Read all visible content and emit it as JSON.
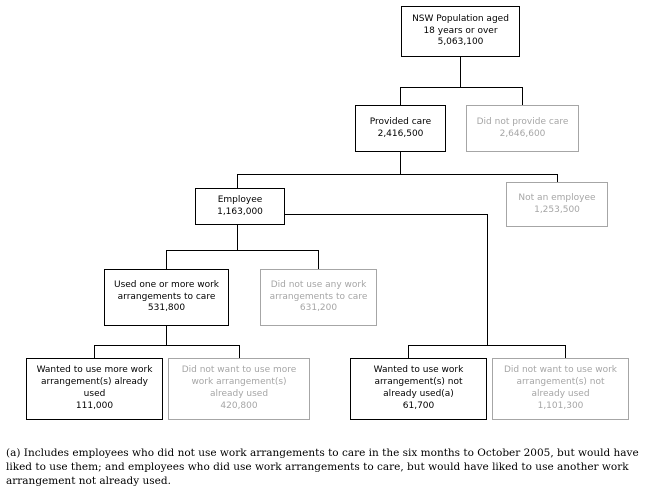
{
  "diagram": {
    "type": "flowchart-tree",
    "title_node": {
      "id": "nsw-population",
      "lines": [
        "NSW Population aged",
        "18 years or over",
        "5,063,100"
      ],
      "label": "NSW Population aged 18 years or over",
      "value": "5,063,100",
      "style": "primary"
    },
    "nodes": [
      {
        "id": "provided-care",
        "lines": [
          "Provided care",
          "2,416,500"
        ],
        "label": "Provided care",
        "value": "2,416,500",
        "style": "primary"
      },
      {
        "id": "did-not-provide-care",
        "lines": [
          "Did not provide care",
          "2,646,600"
        ],
        "label": "Did not provide care",
        "value": "2,646,600",
        "style": "muted"
      },
      {
        "id": "employee",
        "lines": [
          "Employee",
          "1,163,000"
        ],
        "label": "Employee",
        "value": "1,163,000",
        "style": "primary"
      },
      {
        "id": "not-an-employee",
        "lines": [
          "Not an employee",
          "1,253,500"
        ],
        "label": "Not an employee",
        "value": "1,253,500",
        "style": "muted"
      },
      {
        "id": "used-work-arrangements",
        "lines": [
          "Used one or more work",
          "arrangements to care",
          "531,800"
        ],
        "label": "Used one or more work arrangements to care",
        "value": "531,800",
        "style": "primary"
      },
      {
        "id": "did-not-use-work-arrangements",
        "lines": [
          "Did not use any work",
          "arrangements to care",
          "631,200"
        ],
        "label": "Did not use any work arrangements to care",
        "value": "631,200",
        "style": "muted"
      },
      {
        "id": "wanted-more-already-used",
        "lines": [
          "Wanted to use more work",
          "arrangement(s) already",
          "used",
          "111,000"
        ],
        "label": "Wanted to use more work arrangement(s) already used",
        "value": "111,000",
        "style": "primary"
      },
      {
        "id": "did-not-want-more-already-used",
        "lines": [
          "Did not want to use more",
          "work arrangement(s)",
          "already used",
          "420,800"
        ],
        "label": "Did not want to use more work arrangement(s) already used",
        "value": "420,800",
        "style": "muted"
      },
      {
        "id": "wanted-not-already-used",
        "lines": [
          "Wanted to use work",
          "arrangement(s) not",
          "already used(a)",
          "61,700"
        ],
        "label": "Wanted to use work arrangement(s) not already used(a)",
        "value": "61,700",
        "style": "primary"
      },
      {
        "id": "did-not-want-not-already-used",
        "lines": [
          "Did not want to use work",
          "arrangement(s) not",
          "already used",
          "1,101,300"
        ],
        "label": "Did not want to use work arrangement(s) not already used",
        "value": "1,101,300",
        "style": "muted"
      }
    ],
    "colors": {
      "primary_border": "#000000",
      "primary_text": "#000000",
      "muted_border": "#a6a6a6",
      "muted_text": "#a6a6a6",
      "connector": "#000000",
      "background": "#ffffff"
    }
  },
  "footnote": {
    "text": "(a) Includes employees who did not use work arrangements to care in the six months to October 2005, but would have liked to use them; and employees who did use work arrangements to care, but would have liked to use another work arrangement not already used."
  }
}
